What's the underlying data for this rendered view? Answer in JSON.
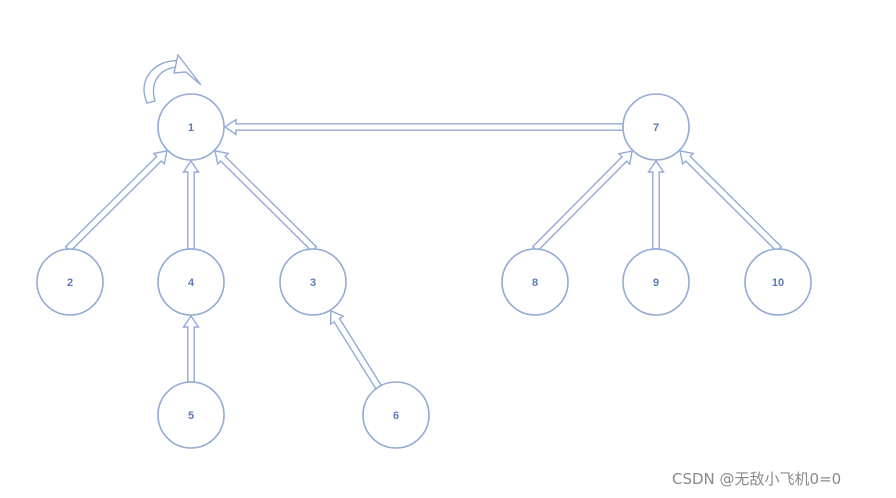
{
  "nodes": [
    {
      "id": "1",
      "label": "1"
    },
    {
      "id": "7",
      "label": "7"
    },
    {
      "id": "2",
      "label": "2"
    },
    {
      "id": "4",
      "label": "4"
    },
    {
      "id": "3",
      "label": "3"
    },
    {
      "id": "8",
      "label": "8"
    },
    {
      "id": "9",
      "label": "9"
    },
    {
      "id": "10",
      "label": "10"
    },
    {
      "id": "5",
      "label": "5"
    },
    {
      "id": "6",
      "label": "6"
    }
  ],
  "edges": [
    {
      "from": "1",
      "to": "1",
      "kind": "self-loop"
    },
    {
      "from": "7",
      "to": "1"
    },
    {
      "from": "2",
      "to": "1"
    },
    {
      "from": "4",
      "to": "1"
    },
    {
      "from": "3",
      "to": "1"
    },
    {
      "from": "5",
      "to": "4"
    },
    {
      "from": "6",
      "to": "3"
    },
    {
      "from": "8",
      "to": "7"
    },
    {
      "from": "9",
      "to": "7"
    },
    {
      "from": "10",
      "to": "7"
    }
  ],
  "watermark": "CSDN @无敌小飞机0=0",
  "colors": {
    "stroke": "#93aad6",
    "label": "#5a7bb8",
    "watermark": "#8a8a8a"
  }
}
